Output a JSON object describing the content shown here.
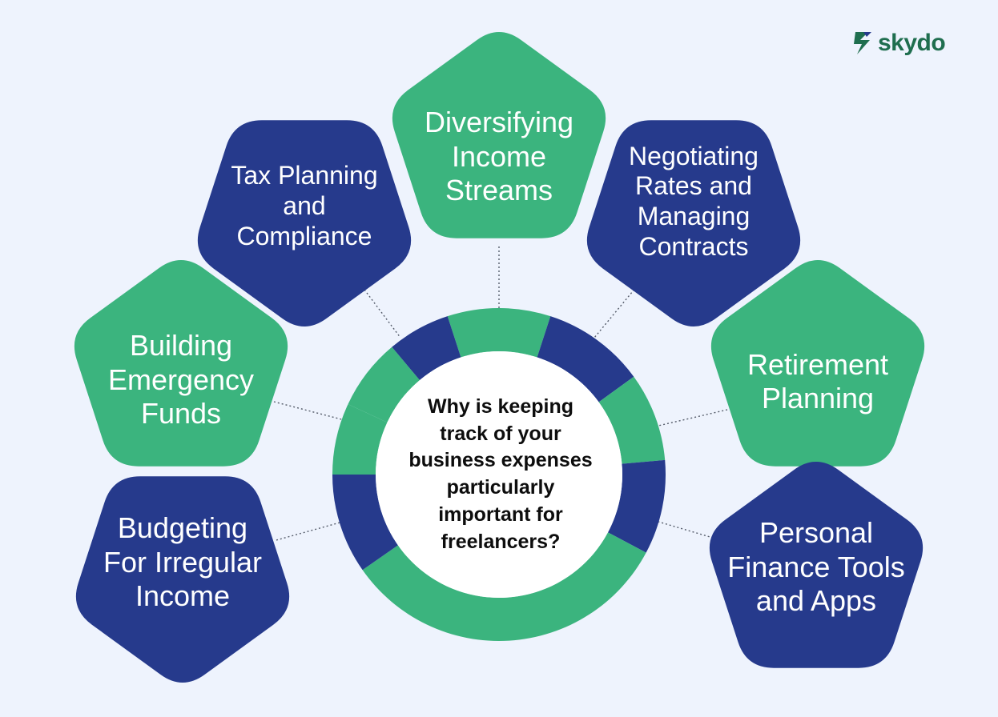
{
  "brand": {
    "name": "skydo",
    "logo_icon": "skydo-s-mark-icon"
  },
  "colors": {
    "background": "#eef3fd",
    "green": "#3bb47e",
    "navy": "#263a8c",
    "white": "#ffffff",
    "brand_green": "#1f6e4f"
  },
  "center": {
    "question": "Why is keeping\ntrack of your\nbusiness expenses\nparticularly\nimportant for\nfreelancers?"
  },
  "nodes": [
    {
      "id": "diversifying-income-streams",
      "label": "Diversifying\nIncome\nStreams",
      "color": "green"
    },
    {
      "id": "negotiating-rates",
      "label": "Negotiating\nRates and\nManaging\nContracts",
      "color": "navy"
    },
    {
      "id": "retirement-planning",
      "label": "Retirement\nPlanning",
      "color": "green"
    },
    {
      "id": "personal-finance-tools",
      "label": "Personal\nFinance Tools\nand Apps",
      "color": "navy"
    },
    {
      "id": "budgeting-irregular-income",
      "label": "Budgeting\nFor Irregular\nIncome",
      "color": "navy"
    },
    {
      "id": "building-emergency-funds",
      "label": "Building\nEmergency\nFunds",
      "color": "green"
    },
    {
      "id": "tax-planning-compliance",
      "label": "Tax Planning\nand\nCompliance",
      "color": "navy"
    }
  ]
}
